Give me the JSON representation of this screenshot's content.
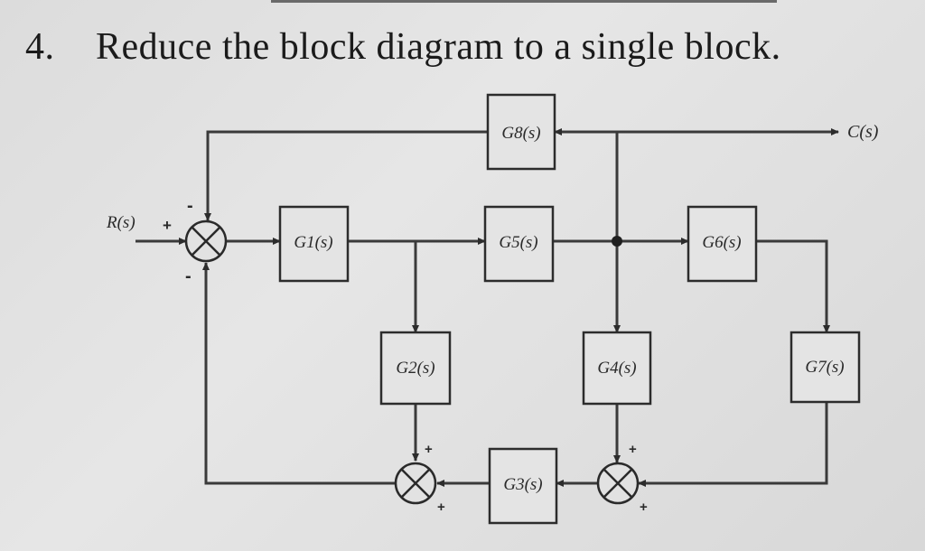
{
  "problem": {
    "number": "4.",
    "text": "Reduce the block diagram to a single block."
  },
  "diagram": {
    "input_label": "R(s)",
    "output_label": "C(s)",
    "blocks": {
      "g1": "G1(s)",
      "g2": "G2(s)",
      "g3": "G3(s)",
      "g4": "G4(s)",
      "g5": "G5(s)",
      "g6": "G6(s)",
      "g7": "G7(s)",
      "g8": "G8(s)"
    },
    "main_summer_signs": {
      "input": "+",
      "top": "-",
      "bottom": "-"
    },
    "lower_left_summer_signs": {
      "top": "+",
      "right": "+"
    },
    "lower_right_summer_signs": {
      "top": "+",
      "right": "+"
    }
  }
}
